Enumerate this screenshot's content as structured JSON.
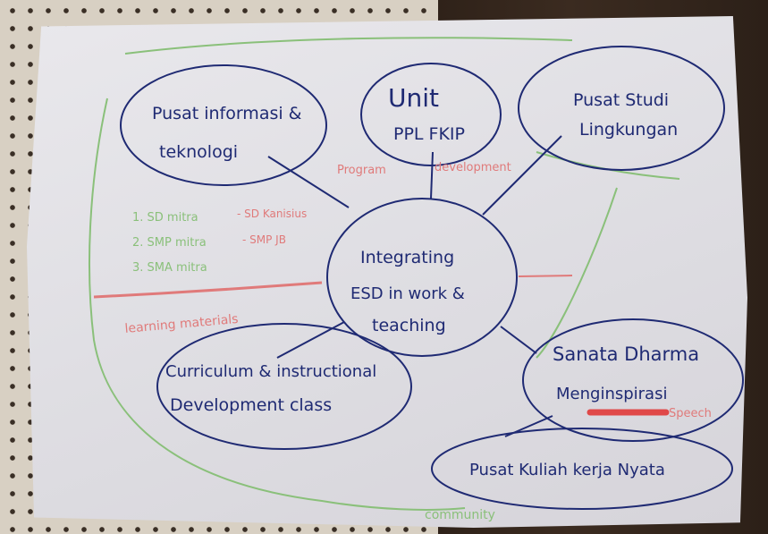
{
  "nodes": {
    "center": [
      "Integrating",
      "ESD in work &",
      "teaching"
    ],
    "info": [
      "Pusat informasi &",
      "teknologi"
    ],
    "ppl": [
      "Unit",
      "PPL FKIP"
    ],
    "psl": [
      "Pusat Studi",
      "Lingkungan"
    ],
    "sanata": [
      "Sanata Dharma",
      "Menginspirasi"
    ],
    "kkn": "Pusat Kuliah kerja Nyata",
    "curriculum": [
      "Curriculum & instructional",
      "Development class"
    ]
  },
  "labels": {
    "program": "Program",
    "development": "development",
    "learning_materials": "learning materials",
    "speech": "Speech",
    "community": "community"
  },
  "partners": {
    "items": [
      "1. SD mitra",
      "2. SMP mitra",
      "3. SMA mitra"
    ],
    "schools": [
      "- SD Kanisius",
      "- SMP JB"
    ]
  },
  "colors": {
    "ink_blue": "#1f2a73",
    "marker_red": "#e07a7a",
    "marker_green": "#8ac07a"
  }
}
